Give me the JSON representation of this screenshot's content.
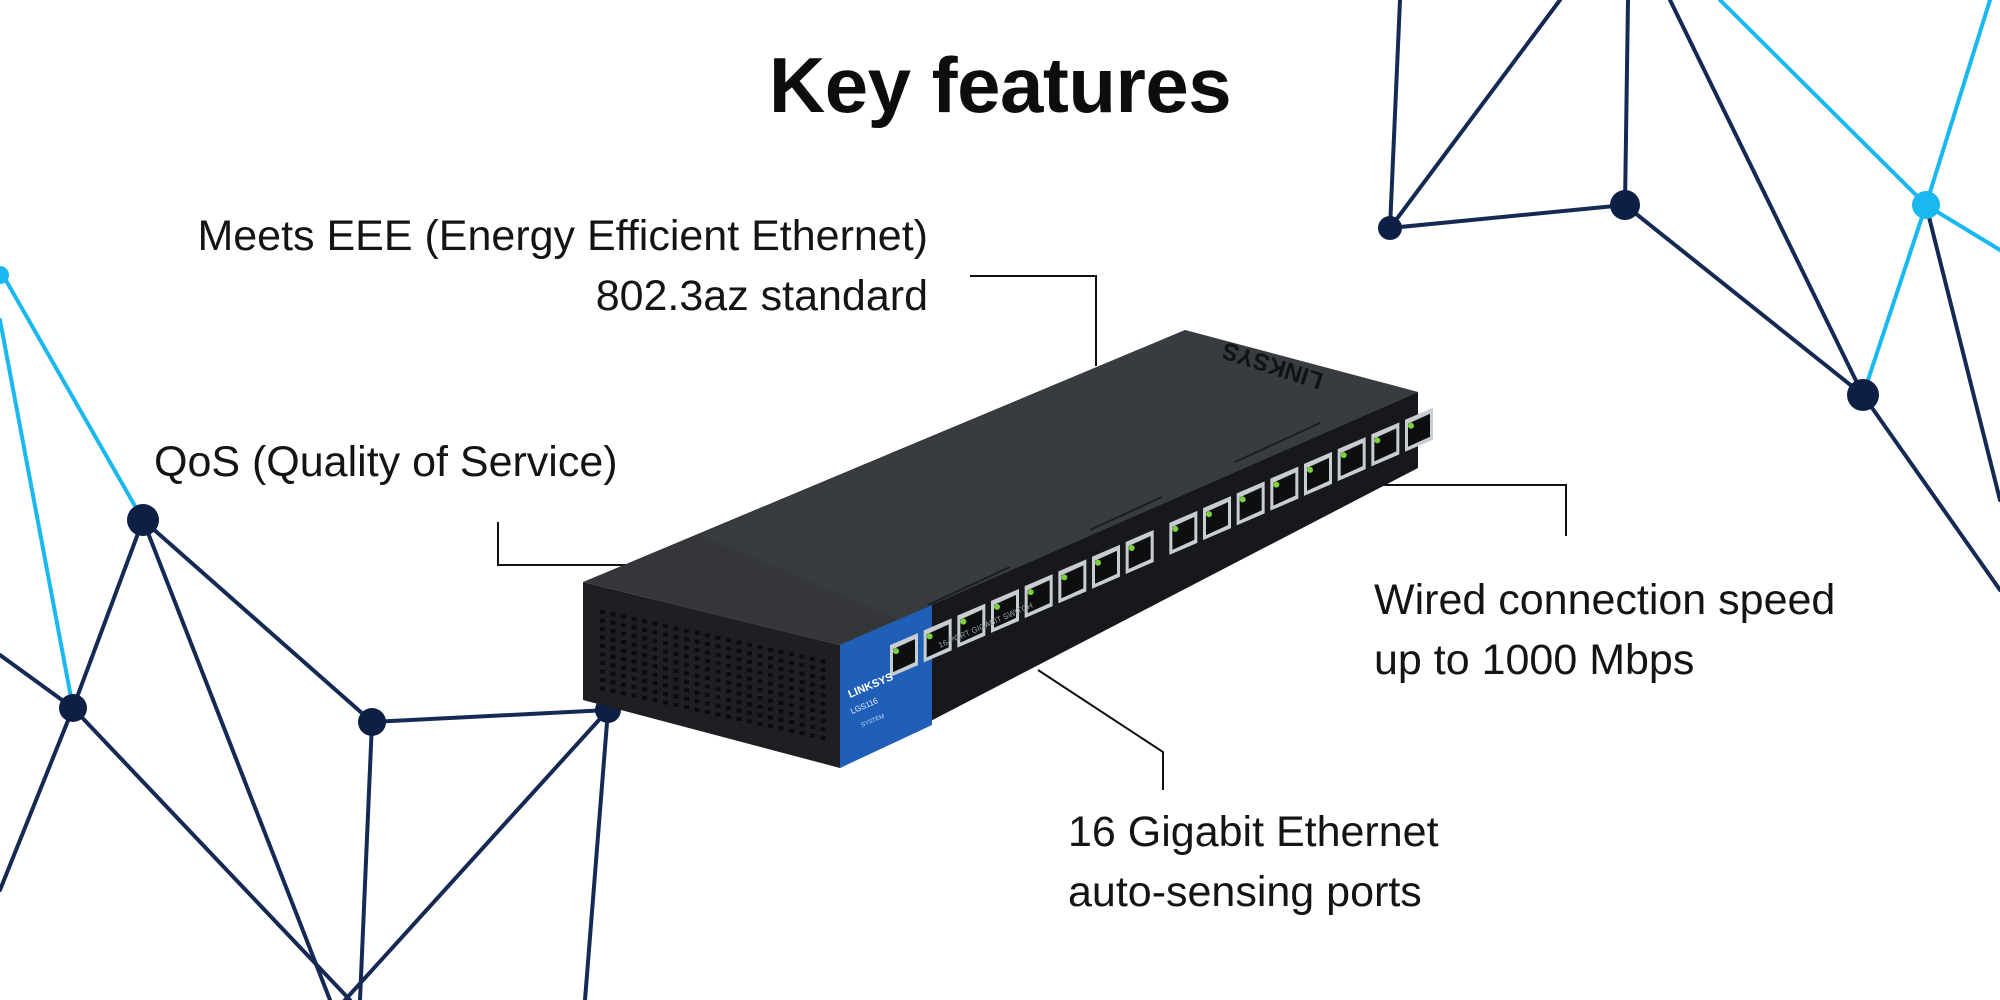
{
  "title": "Key features",
  "features": {
    "eee": {
      "line1": "Meets EEE (Energy Efficient Ethernet)",
      "line2": "802.3az standard"
    },
    "qos": {
      "line1": "QoS (Quality of Service)"
    },
    "speed": {
      "line1": "Wired connection speed",
      "line2": "up to 1000 Mbps"
    },
    "ports": {
      "line1": "16 Gigabit Ethernet",
      "line2": "auto-sensing ports"
    }
  },
  "device": {
    "brand_top": "LINKSYS",
    "brand_panel": "LINKSYS",
    "model": "LGS116",
    "system_label": "SYSTEM",
    "front_label": "16-PORT GIGABIT SWITCH",
    "port_count": 16
  },
  "colors": {
    "network_dark": "#142a55",
    "network_accent": "#19b8ee",
    "device_body": "#2b2d31",
    "device_front": "#1c1d20",
    "brand_blue": "#1f5fb8",
    "port_led": "#7cd23b"
  }
}
